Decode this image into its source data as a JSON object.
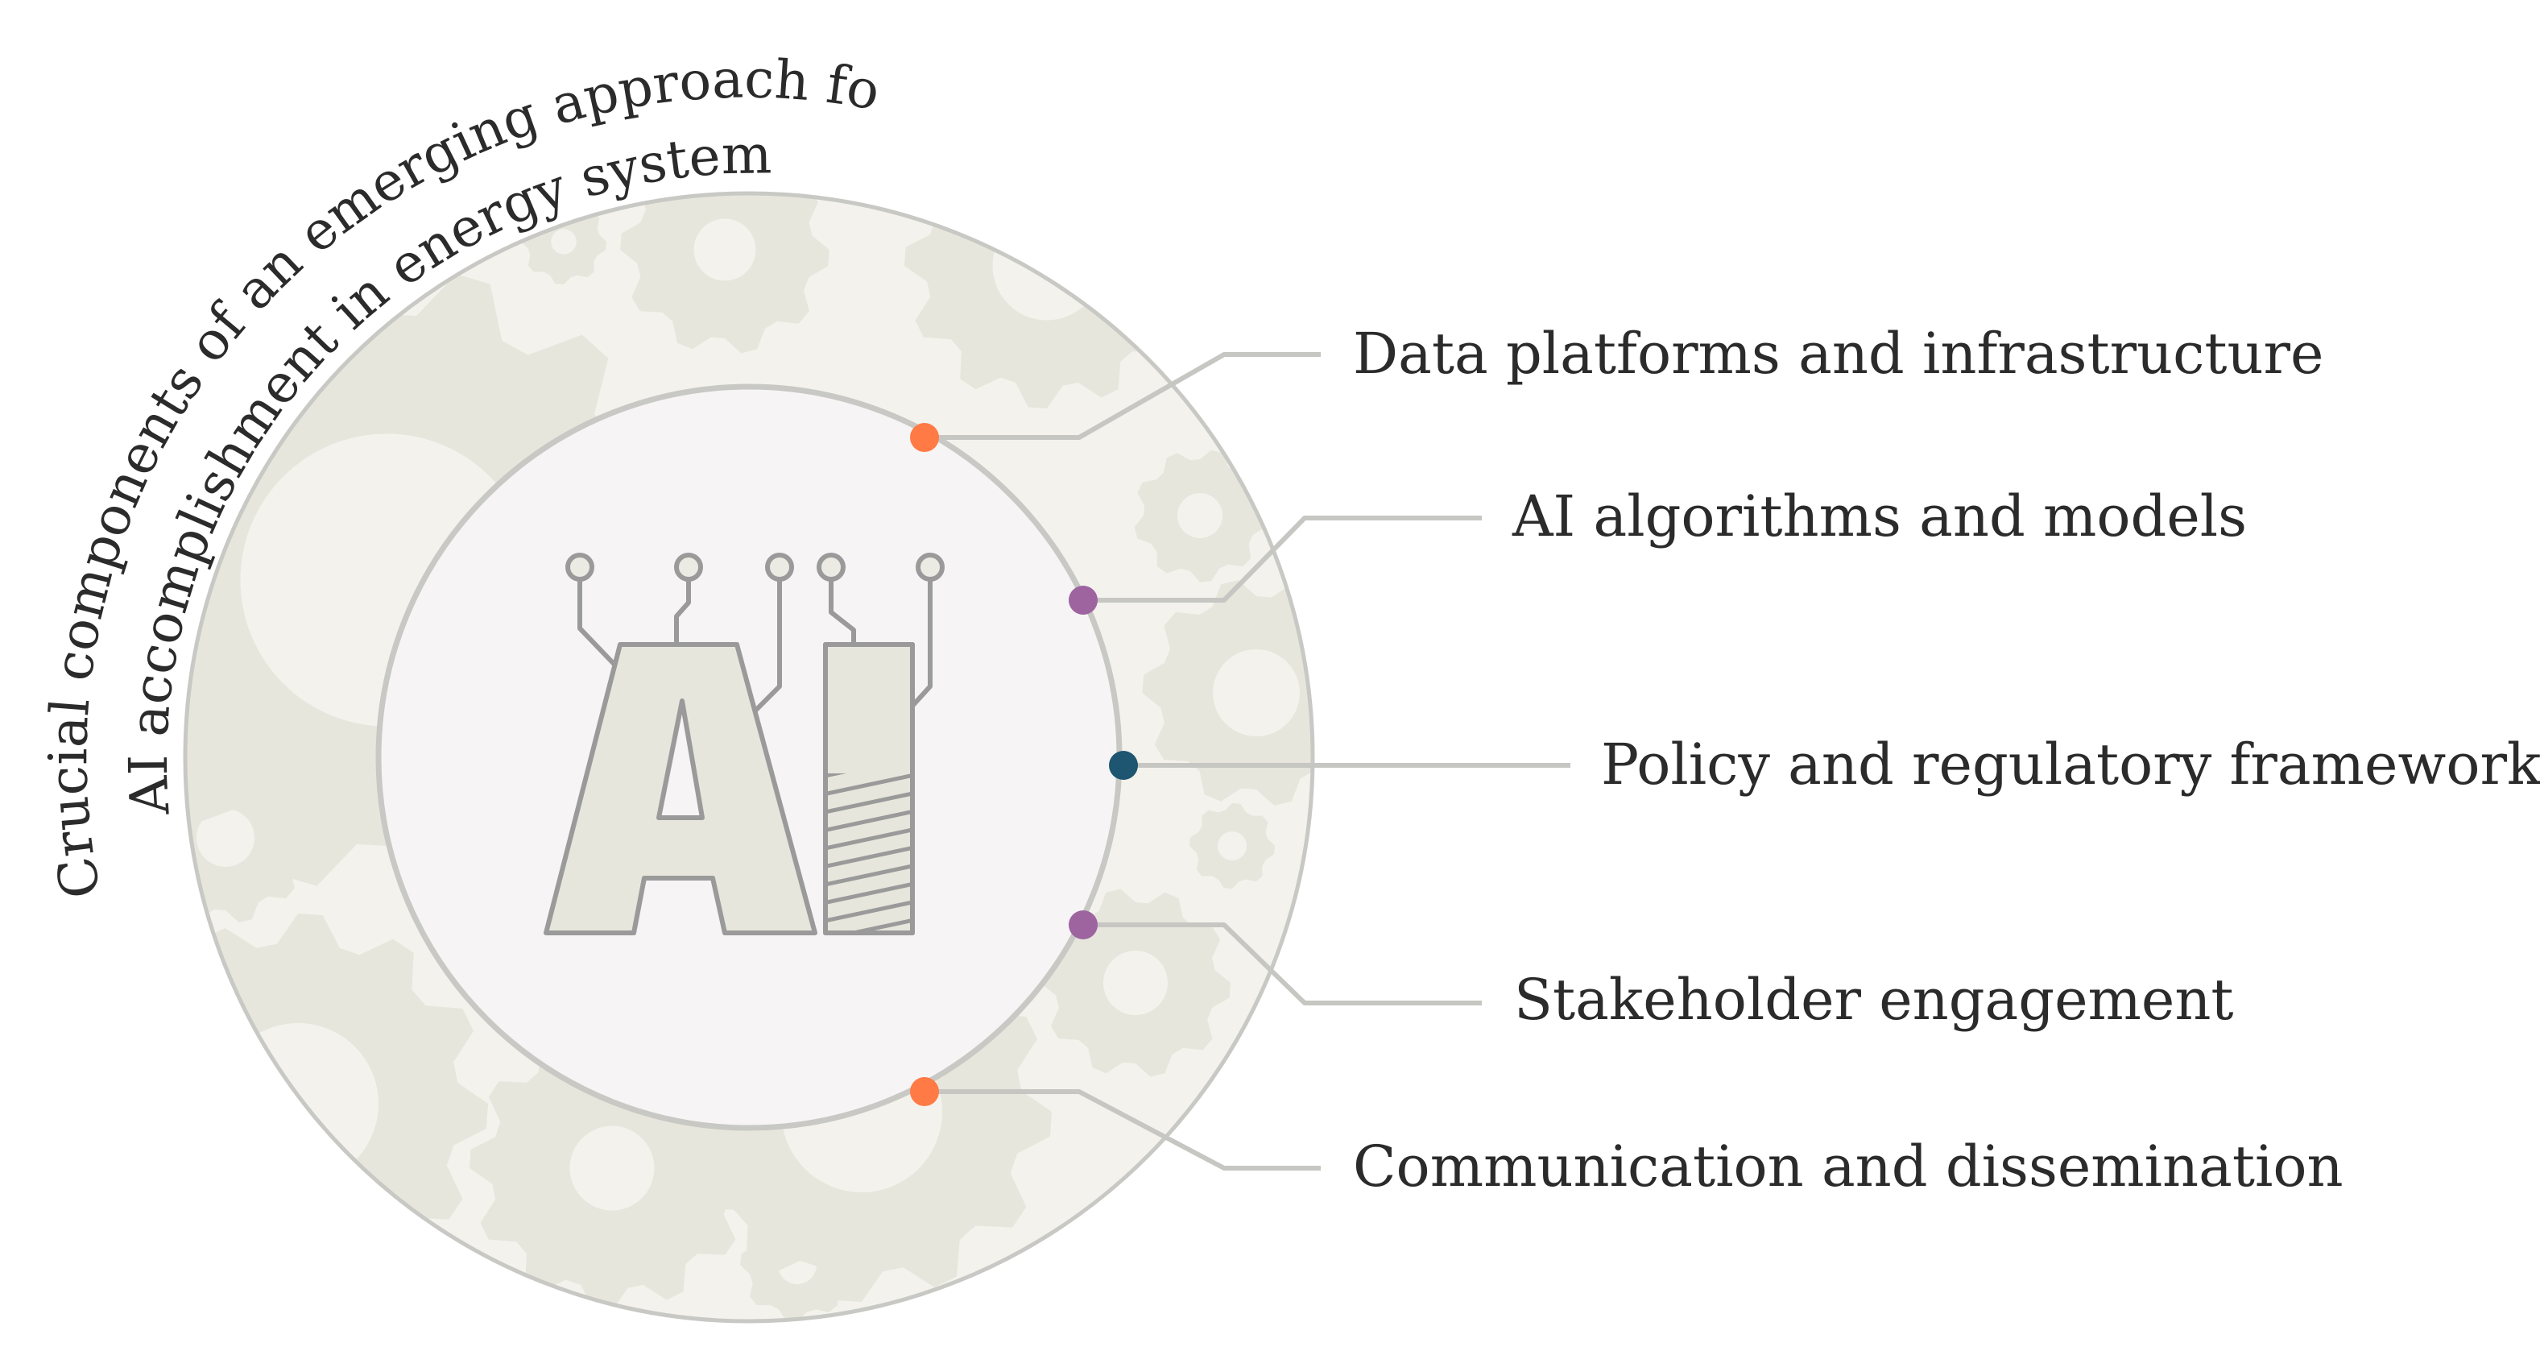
{
  "title": "Crucial components of an emerging approach for AI accomplishment in energy systems.",
  "title_lines": [
    "Crucial components of an emerging approach for",
    "AI accomplishment in energy systems."
  ],
  "center_label": "AI",
  "colors": {
    "outer_ring": "#e6e6dc",
    "inner_disc": "#f6f4f5",
    "ring_stroke": "#c8c8c4",
    "orange": "#ff7a45",
    "purple": "#9d64a0",
    "navy": "#1e5570"
  },
  "components": [
    {
      "label": "Data platforms and infrastructure",
      "color": "#ff7a45",
      "icon": "orange-dot-icon"
    },
    {
      "label": "AI algorithms and models",
      "color": "#9d64a0",
      "icon": "purple-dot-icon"
    },
    {
      "label": "Policy and regulatory frameworks",
      "color": "#1e5570",
      "icon": "navy-dot-icon"
    },
    {
      "label": "Stakeholder engagement",
      "color": "#9d64a0",
      "icon": "purple-dot-icon"
    },
    {
      "label": "Communication and dissemination",
      "color": "#ff7a45",
      "icon": "orange-dot-icon"
    }
  ]
}
